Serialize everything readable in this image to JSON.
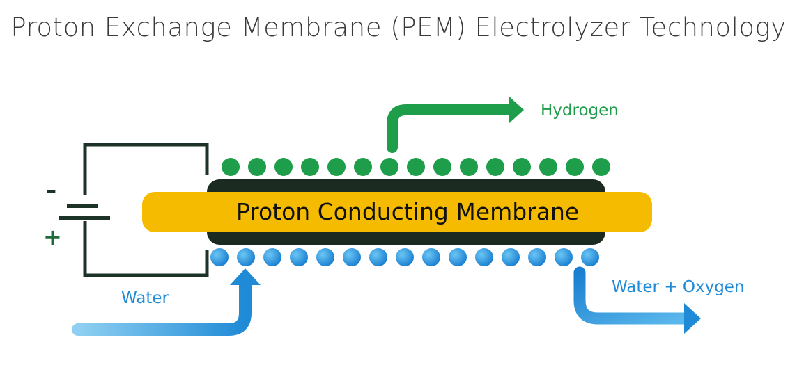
{
  "title": "Proton Exchange Membrane (PEM) Electrolyzer Technology",
  "membrane_label": "Proton Conducting Membrane",
  "outputs": {
    "hydrogen": "Hydrogen",
    "water_oxygen": "Water + Oxygen"
  },
  "inputs": {
    "water": "Water"
  },
  "battery": {
    "negative": "–",
    "positive": "+"
  },
  "colors": {
    "hydrogen_green": "#1e9e4a",
    "water_blue": "#1f8ad6",
    "membrane_yellow": "#f5bb00",
    "electrode_dark": "#1c2b22",
    "circuit_dark": "#1e3327",
    "title_gray": "#3a3a3a"
  },
  "counts": {
    "hydrogen_dots": 15,
    "water_dots": 15
  }
}
